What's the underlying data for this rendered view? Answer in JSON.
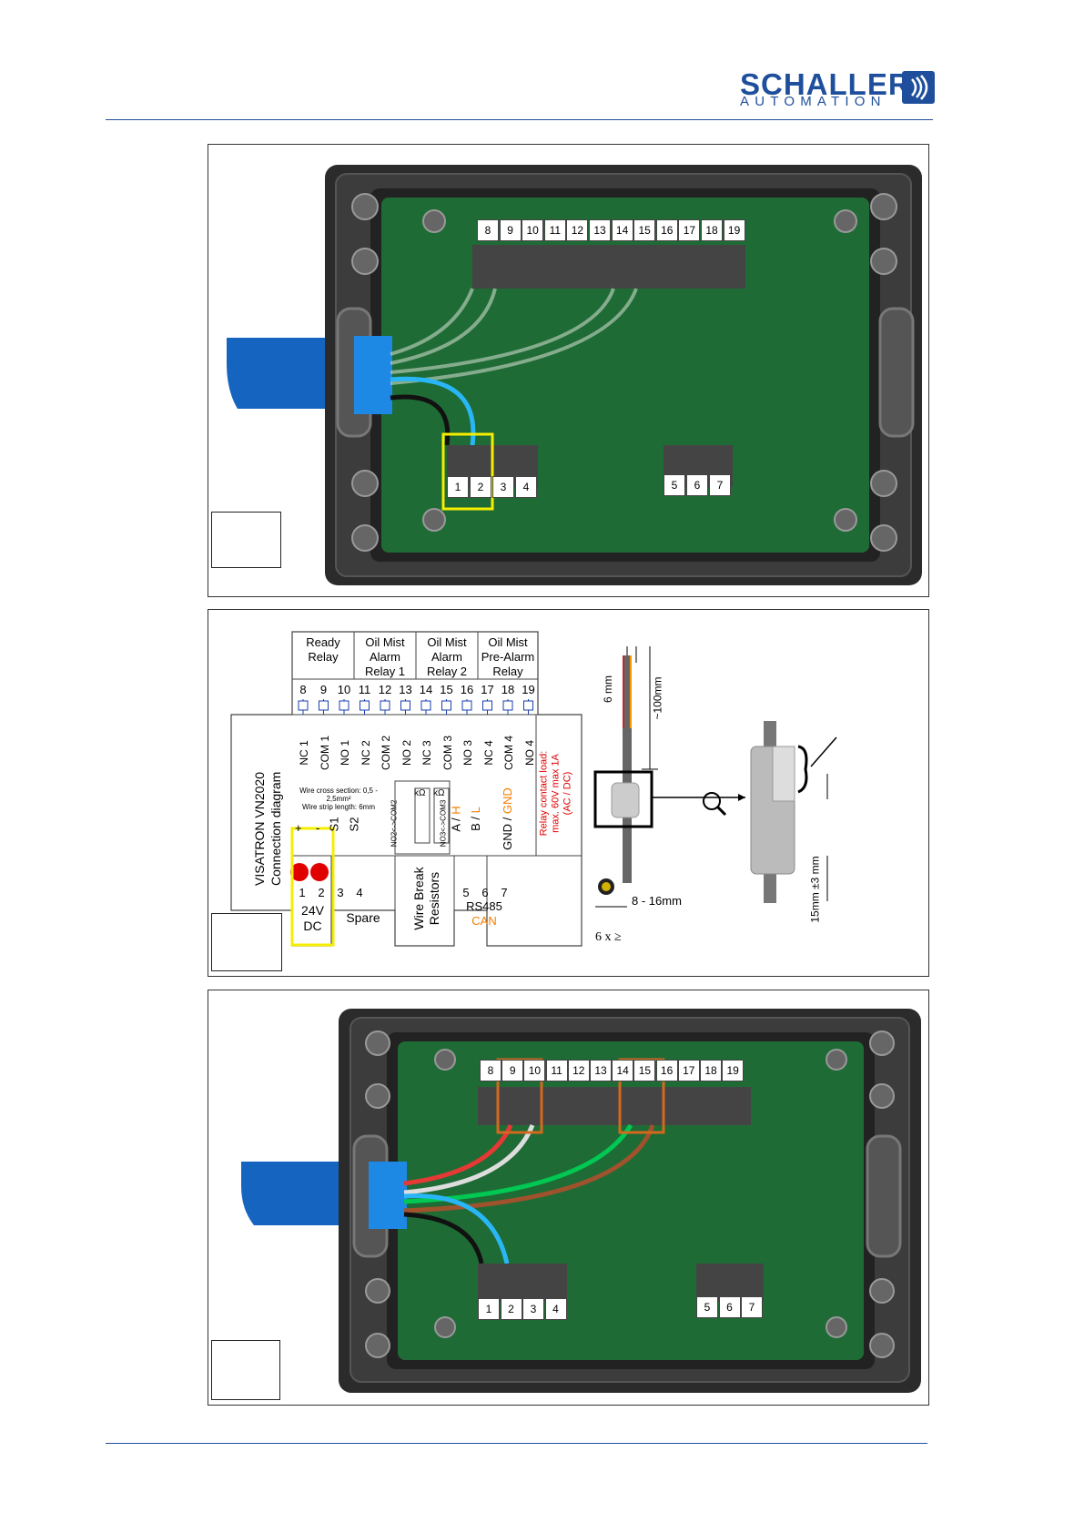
{
  "header": {
    "brand": "SCHALLER",
    "brand_sub": "AUTOMATION"
  },
  "top_board": {
    "terminals_upper": [
      "8",
      "9",
      "10",
      "11",
      "12",
      "13",
      "14",
      "15",
      "16",
      "17",
      "18",
      "19"
    ],
    "terminals_lower_left": [
      "1",
      "2",
      "3",
      "4"
    ],
    "terminals_lower_right": [
      "5",
      "6",
      "7"
    ]
  },
  "diagram": {
    "groups": [
      "Ready Relay",
      "Oil Mist Alarm Relay 1",
      "Oil Mist Alarm Relay 2",
      "Oil Mist Pre-Alarm Relay"
    ],
    "terminal_numbers": [
      "8",
      "9",
      "10",
      "11",
      "12",
      "13",
      "14",
      "15",
      "16",
      "17",
      "18",
      "19"
    ],
    "terminal_labels": [
      "NC 1",
      "COM 1",
      "NO 1",
      "NC 2",
      "COM 2",
      "NO 2",
      "NC 3",
      "COM 3",
      "NO 3",
      "NC 4",
      "COM 4",
      "NO 4"
    ],
    "title_line1": "VISATRON VN2020",
    "title_line2": "Connection diagram",
    "wire_note1": "Wire cross section: 0,5 - 2,5mm²",
    "wire_note2": "Wire strip length: 6mm",
    "relay_load1": "Relay contact load:",
    "relay_load2": "max. 60V max 1A",
    "relay_load3": "(AC / DC)",
    "power_signs": [
      "+",
      "-"
    ],
    "spare_signs": [
      "S1",
      "S2"
    ],
    "lower_numbers": [
      "1",
      "2",
      "3",
      "4"
    ],
    "power_label": [
      "24V",
      "DC"
    ],
    "spare_label": "Spare",
    "resistor_units": [
      "kΩ",
      "kΩ"
    ],
    "resistor_labels": [
      "NO2<->COM2",
      "NO3<->COM3"
    ],
    "wire_break": [
      "Wire Break",
      "Resistors"
    ],
    "bus_labels_a": [
      "A / ",
      "H"
    ],
    "bus_labels_b": [
      "B / ",
      "L"
    ],
    "bus_labels_c": [
      "GND / ",
      "GND"
    ],
    "bus_numbers": [
      "5",
      "6",
      "7"
    ],
    "bus_name": "RS485",
    "bus_alt": "CAN",
    "cable_strip": "6 mm",
    "cable_len": "~100mm",
    "cable_dia": "8 - 16mm",
    "cable_count": "6 x ≥",
    "gland_len": "15mm ±3 mm"
  },
  "bottom_board": {
    "terminals_upper": [
      "8",
      "9",
      "10",
      "11",
      "12",
      "13",
      "14",
      "15",
      "16",
      "17",
      "18",
      "19"
    ],
    "terminals_lower_left": [
      "1",
      "2",
      "3",
      "4"
    ],
    "terminals_lower_right": [
      "5",
      "6",
      "7"
    ]
  }
}
